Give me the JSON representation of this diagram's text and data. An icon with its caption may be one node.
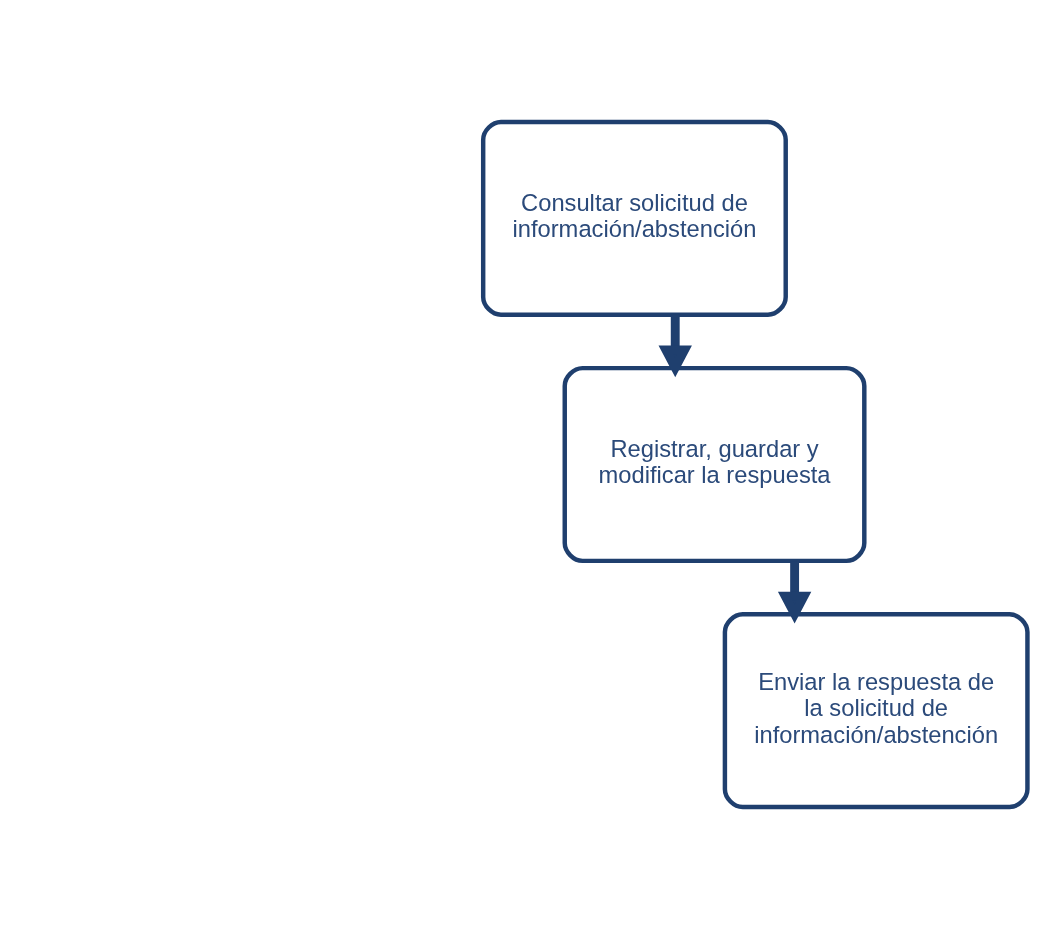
{
  "diagram": {
    "nodes": [
      {
        "text": [
          "Consultar solicitud de información/abstención"
        ]
      },
      {
        "text": [
          "Registrar, guardar y modificar la respuesta"
        ]
      },
      {
        "text": [
          "Enviar la respuesta de la solicitud de información/abstención"
        ]
      }
    ],
    "edges": [
      {
        "from": 0,
        "to": 1,
        "arrow": "to"
      },
      {
        "from": 1,
        "to": 2,
        "arrow": "to"
      }
    ]
  }
}
